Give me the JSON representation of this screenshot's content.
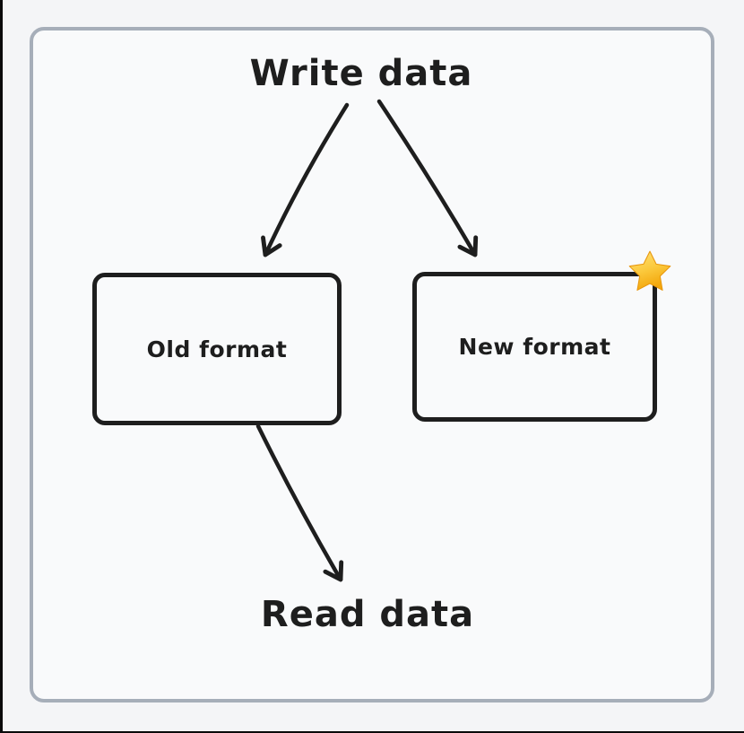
{
  "window": {
    "page_background": "#f4f5f7",
    "edge_strip_color": "#0a0a0a",
    "frame": {
      "border_color": "#a6aeb9",
      "background": "#f9fafb"
    }
  },
  "diagram": {
    "ink_color": "#1e1e1e",
    "source_label": "Write data",
    "sink_label": "Read data",
    "nodes": [
      {
        "id": "old-format",
        "label": "Old format"
      },
      {
        "id": "new-format",
        "label": "New format",
        "badge_icon": "star-icon",
        "badge_glyph": "⭐"
      }
    ],
    "edges": [
      {
        "from": "write-data",
        "to": "old-format"
      },
      {
        "from": "write-data",
        "to": "new-format"
      },
      {
        "from": "old-format",
        "to": "read-data"
      }
    ],
    "star_colors": {
      "fill_top": "#ffe27a",
      "fill_bottom": "#f3a70c",
      "outline": "#e8960c"
    }
  }
}
